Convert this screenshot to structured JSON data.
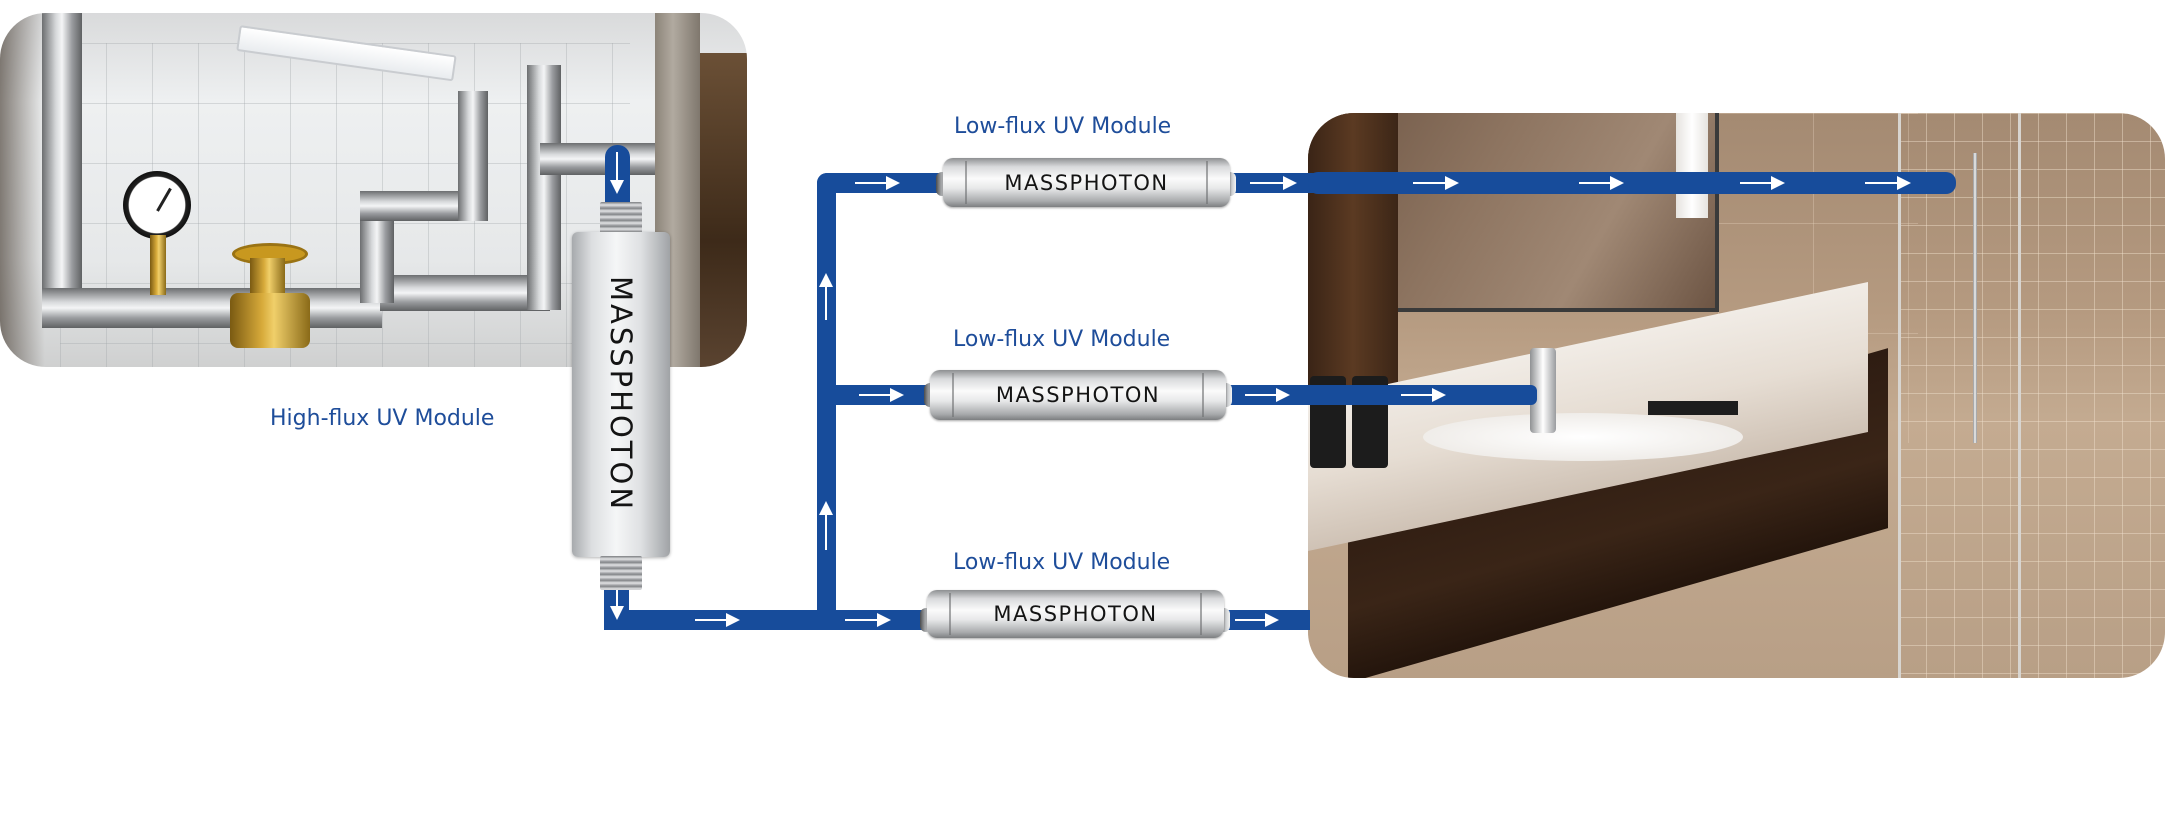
{
  "brand": "MASSPHOTON",
  "colors": {
    "pipe": "#174c9b",
    "label_text": "#1e4d9a",
    "arrow": "#ffffff",
    "background": "#ffffff"
  },
  "high_flux_module": {
    "label": "High-flux UV Module",
    "brand_text": "MASSPHOTON"
  },
  "low_flux_modules": [
    {
      "label": "Low-flux UV Module",
      "brand_text": "MASSPHOTON",
      "destination": "shower"
    },
    {
      "label": "Low-flux UV Module",
      "brand_text": "MASSPHOTON",
      "destination": "sink-faucet"
    },
    {
      "label": "Low-flux UV Module",
      "brand_text": "MASSPHOTON",
      "destination": "bathroom-outlet"
    }
  ],
  "photos": {
    "left": "plumbing-room-photo",
    "right": "bathroom-photo"
  },
  "flow_icons": {
    "right": "arrow-right-icon",
    "up": "arrow-up-icon",
    "down": "arrow-down-icon"
  }
}
